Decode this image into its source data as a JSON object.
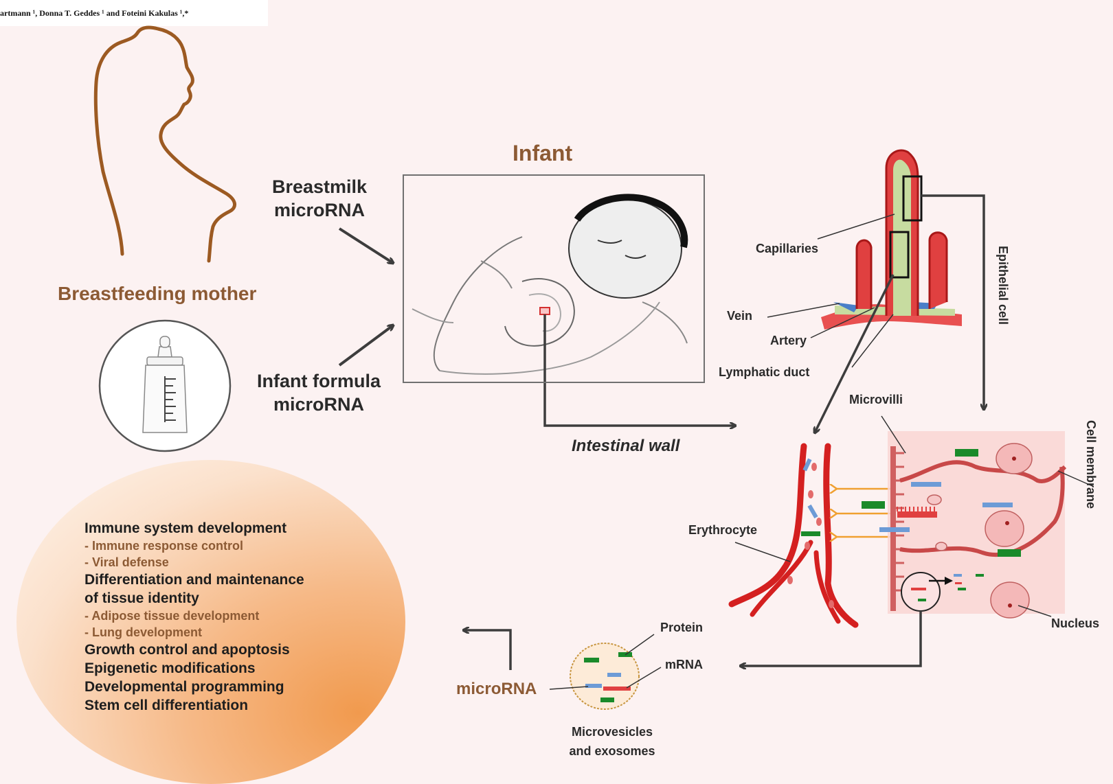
{
  "header": {
    "authors": "artmann ¹, Donna T. Geddes ¹ and Foteini Kakulas ¹,*"
  },
  "left": {
    "mother_label": "Breastfeeding mother",
    "breastmilk_label_1": "Breastmilk",
    "breastmilk_label_2": "microRNA",
    "formula_label_1": "Infant formula",
    "formula_label_2": "microRNA"
  },
  "center": {
    "infant_title": "Infant",
    "intestinal_wall": "Intestinal wall"
  },
  "villus": {
    "capillaries": "Capillaries",
    "vein": "Vein",
    "artery": "Artery",
    "lymphatic_duct": "Lymphatic duct",
    "epithelial_cell": "Epithelial cell"
  },
  "cell": {
    "microvilli": "Microvilli",
    "cell_membrane": "Cell membrane",
    "erythrocyte": "Erythrocyte",
    "nucleus": "Nucleus"
  },
  "vesicle": {
    "protein": "Protein",
    "mrna": "mRNA",
    "microrna": "microRNA",
    "label_1": "Microvesicles",
    "label_2": "and exosomes"
  },
  "functions": [
    {
      "kind": "main",
      "text": "Immune system development"
    },
    {
      "kind": "sub",
      "text": "- Immune response control"
    },
    {
      "kind": "sub",
      "text": "- Viral defense"
    },
    {
      "kind": "main",
      "text": "Differentiation and maintenance"
    },
    {
      "kind": "main",
      "text": "of tissue identity"
    },
    {
      "kind": "sub",
      "text": "- Adipose tissue development"
    },
    {
      "kind": "sub",
      "text": "- Lung development"
    },
    {
      "kind": "main",
      "text": "Growth control and apoptosis"
    },
    {
      "kind": "main",
      "text": "Epigenetic modifications"
    },
    {
      "kind": "main",
      "text": "Developmental programming"
    },
    {
      "kind": "main",
      "text": "Stem cell differentiation"
    }
  ],
  "colors": {
    "background": "#fcf2f2",
    "brown_accent": "#8c5a34",
    "vessel_red": "#d42020",
    "lymph_green": "#c7dca0",
    "vein_blue": "#4a7fc8",
    "orange_arrow": "#f0a030",
    "mirna_blue": "#6d9bd6",
    "mirna_green": "#1a8a2a"
  }
}
